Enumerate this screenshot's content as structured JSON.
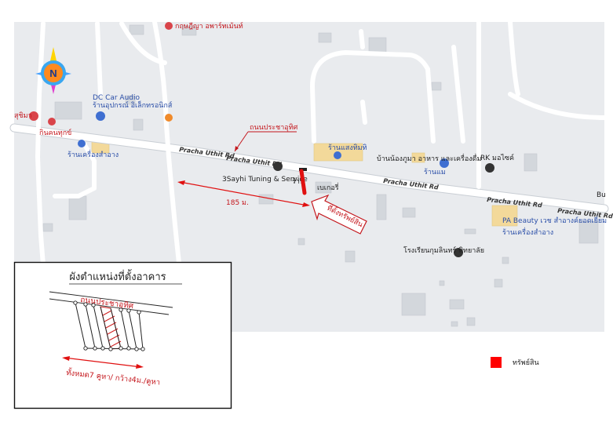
{
  "map": {
    "compass_letter": "N",
    "road_labels": [
      "Pracha Uthit Rd",
      "Pracha Uthit Rd",
      "Pracha Uthit Rd",
      "Pracha Uthit Rd",
      "Pracha Uthit Rd"
    ],
    "road_callout": "ถนนประชาอุทิศ",
    "distance_label": "185 ม.",
    "property_callout": "ที่ตั้งทรัพย์สิน",
    "places": [
      {
        "name": "กฤษฎีญา อพาร์ทเม้นท์",
        "color": "#c4161c"
      },
      {
        "name": "DC Car Audio",
        "sub": "ร้านอุปกรณ์ อิเล็กทรอนิกส์",
        "color": "#2a4ea8"
      },
      {
        "name": "สุชิมา",
        "color": "#c4161c"
      },
      {
        "name": "กินคนทุกข์",
        "color": "#c4161c"
      },
      {
        "name": "ร้านเครื่องสำอาง",
        "color": "#2a4ea8"
      },
      {
        "name": "ร้านแสงทิมทิ",
        "color": "#2a4ea8"
      },
      {
        "name": "บ้านน้องภูมา อาหาร และเครื่องดื่ม",
        "sub": "ร้านแม",
        "color": "#2a4ea8"
      },
      {
        "name": "RK มอไซค์",
        "color": "#222222"
      },
      {
        "name": "3Sayhi Tuning & Service",
        "color": "#222222"
      },
      {
        "name": "ร้าน",
        "color": "#222222"
      },
      {
        "name": "เบเกอรี่",
        "color": "#222222"
      },
      {
        "name": "PA Beauty เวช สำอางค์ยอดเยี่ยม",
        "sub": "ร้านเครื่องสำอาง",
        "color": "#2a4ea8"
      },
      {
        "name": "โรงเรียนกุมลินทร์ พิทยาลัย",
        "color": "#222222"
      },
      {
        "name": "Bu",
        "color": "#222222"
      }
    ]
  },
  "inset": {
    "title": "ผังตำแหน่งที่ตั้งอาคาร",
    "road_label": "ถนนประชาอุทิศ",
    "caption": "ทั้งหมด7 คูหา/ กว้าง4ม./คูหา"
  },
  "legend": {
    "label": "ทรัพย์สิน",
    "color": "#ff0000"
  }
}
